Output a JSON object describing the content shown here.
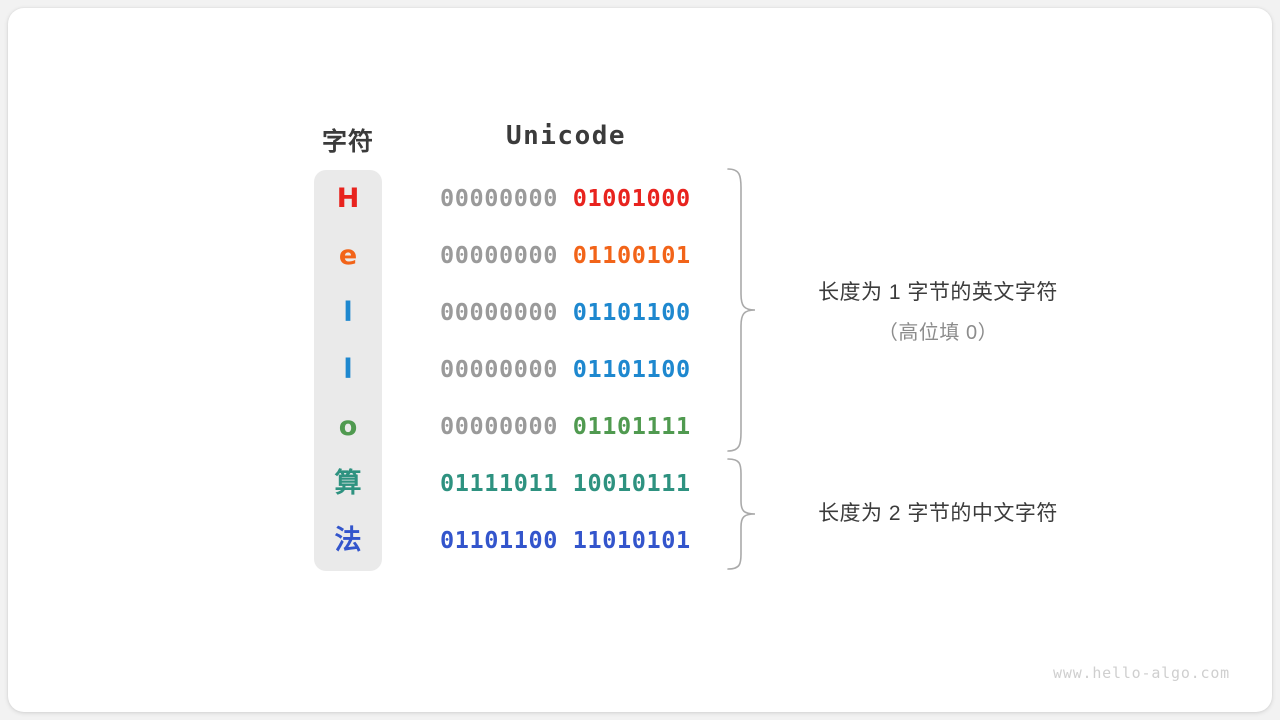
{
  "theme": {
    "page_background": "#f2f2f2",
    "card_background": "#ffffff",
    "char_panel_background": "#eaeaea",
    "heading_color": "#3b3b3b",
    "padding_bits_color": "#9a9a9a",
    "brace_color": "#aaaaaa",
    "annotation_sub_color": "#8c8c8c",
    "watermark_color": "#cfcfcf"
  },
  "headers": {
    "character": "字符",
    "unicode": "Unicode"
  },
  "rows": [
    {
      "char": "H",
      "char_color": "#E8231E",
      "high_byte": "00000000",
      "low_byte": "01001000",
      "high_byte_color": "#9a9a9a",
      "low_byte_color": "#E8231E",
      "bytes": 1
    },
    {
      "char": "e",
      "char_color": "#F26419",
      "high_byte": "00000000",
      "low_byte": "01100101",
      "high_byte_color": "#9a9a9a",
      "low_byte_color": "#F26419",
      "bytes": 1
    },
    {
      "char": "l",
      "char_color": "#1E88CF",
      "high_byte": "00000000",
      "low_byte": "01101100",
      "high_byte_color": "#9a9a9a",
      "low_byte_color": "#1E88CF",
      "bytes": 1
    },
    {
      "char": "l",
      "char_color": "#1E88CF",
      "high_byte": "00000000",
      "low_byte": "01101100",
      "high_byte_color": "#9a9a9a",
      "low_byte_color": "#1E88CF",
      "bytes": 1
    },
    {
      "char": "o",
      "char_color": "#509A50",
      "high_byte": "00000000",
      "low_byte": "01101111",
      "high_byte_color": "#9a9a9a",
      "low_byte_color": "#509A50",
      "bytes": 1
    },
    {
      "char": "算",
      "char_color": "#2E9280",
      "high_byte": "01111011",
      "low_byte": "10010111",
      "high_byte_color": "#2E9280",
      "low_byte_color": "#2E9280",
      "bytes": 2
    },
    {
      "char": "法",
      "char_color": "#3355CC",
      "high_byte": "01101100",
      "low_byte": "11010101",
      "high_byte_color": "#3355CC",
      "low_byte_color": "#3355CC",
      "bytes": 2
    }
  ],
  "annotations": [
    {
      "line1": "长度为 1 字节的英文字符",
      "line2": "（高位填 0）"
    },
    {
      "line1": "长度为 2 字节的中文字符",
      "line2": ""
    }
  ],
  "watermark": "www.hello-algo.com"
}
